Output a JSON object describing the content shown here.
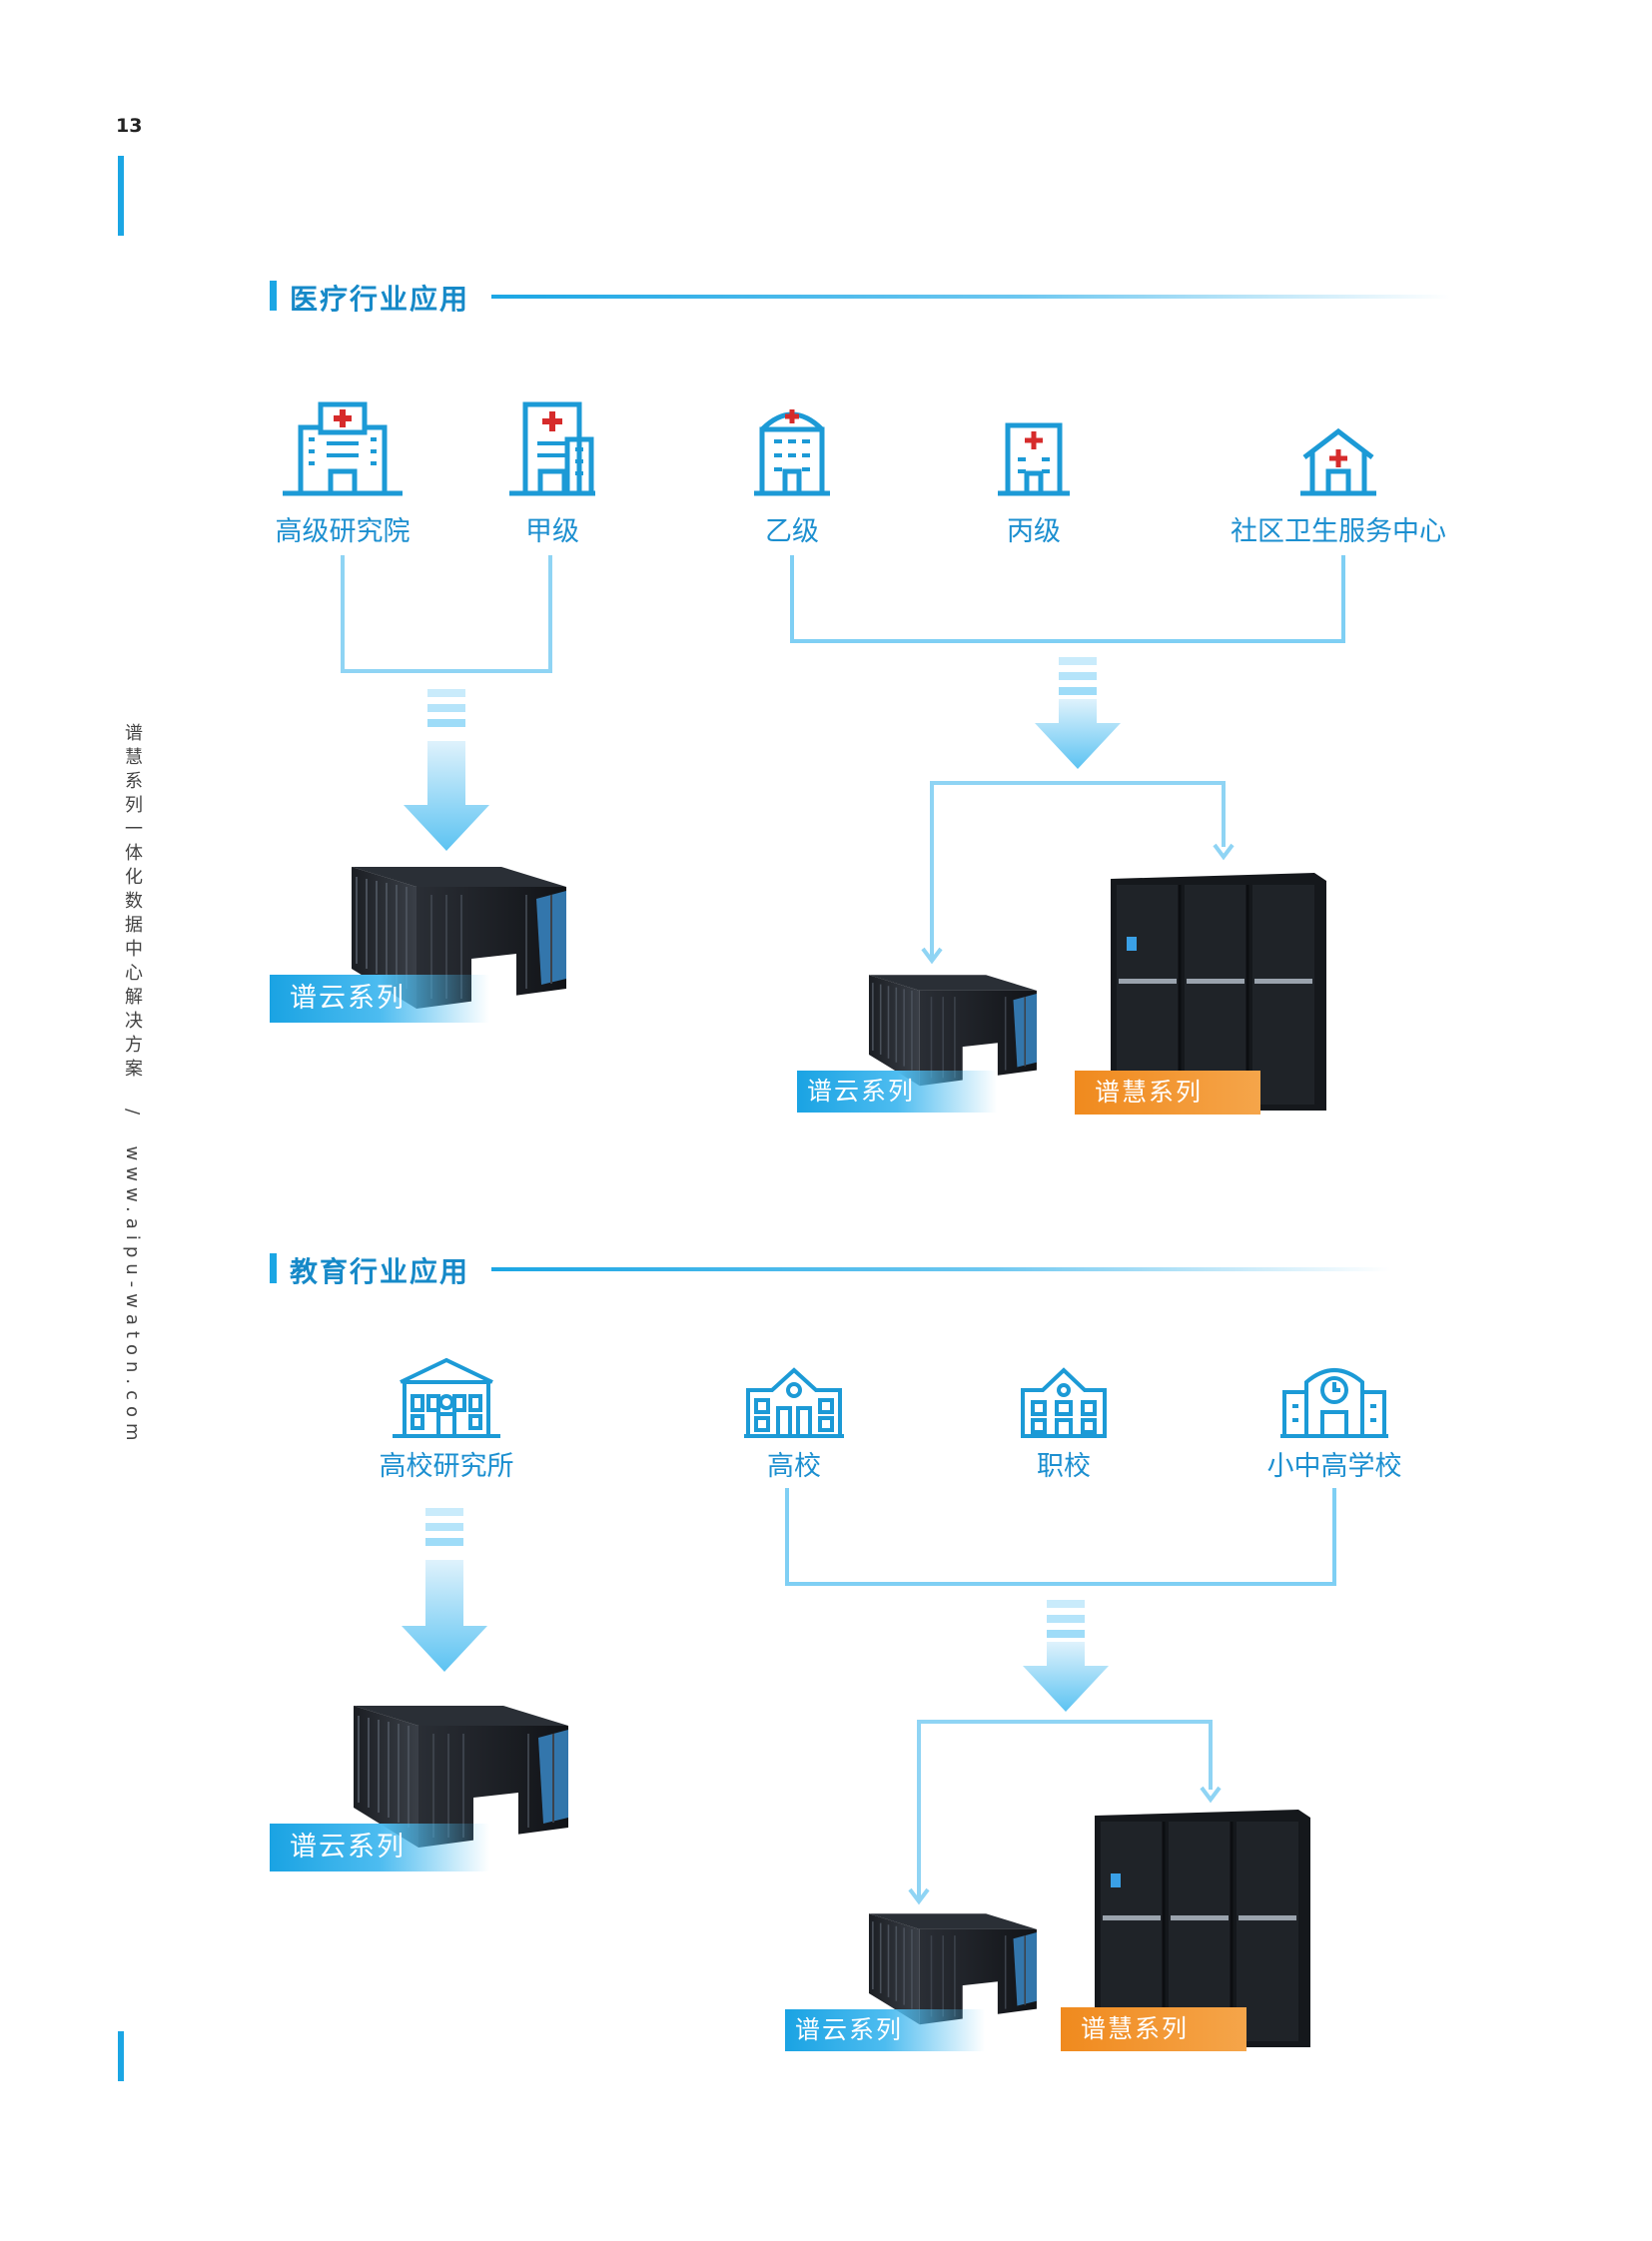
{
  "page": {
    "number": "13"
  },
  "sidebar": {
    "text": "谱慧系列一体化数据中心解决方案",
    "separator": "/",
    "url": "www.aipu-waton.com"
  },
  "medical": {
    "title": "医疗行业应用",
    "icons": [
      {
        "label": "高级研究院",
        "icon": "hospital-large-icon"
      },
      {
        "label": "甲级",
        "icon": "hospital-tall-icon"
      },
      {
        "label": "乙级",
        "icon": "hospital-tower-icon"
      },
      {
        "label": "丙级",
        "icon": "clinic-icon"
      },
      {
        "label": "社区卫生服务中心",
        "icon": "community-health-icon"
      }
    ],
    "tags": {
      "left_cloud": "谱云系列",
      "right_cloud": "谱云系列",
      "right_wise": "谱慧系列"
    }
  },
  "education": {
    "title": "教育行业应用",
    "icons": [
      {
        "label": "高校研究所",
        "icon": "university-icon"
      },
      {
        "label": "高校",
        "icon": "college-icon"
      },
      {
        "label": "职校",
        "icon": "vocational-school-icon"
      },
      {
        "label": "小中高学校",
        "icon": "school-clock-icon"
      }
    ],
    "tags": {
      "left_cloud": "谱云系列",
      "right_cloud": "谱云系列",
      "right_wise": "谱慧系列"
    }
  },
  "colors": {
    "brand_blue": "#1ba6e4",
    "line_blue": "#7fcff4",
    "orange": "#f08a1e",
    "rack_dark": "#1a1d22"
  }
}
